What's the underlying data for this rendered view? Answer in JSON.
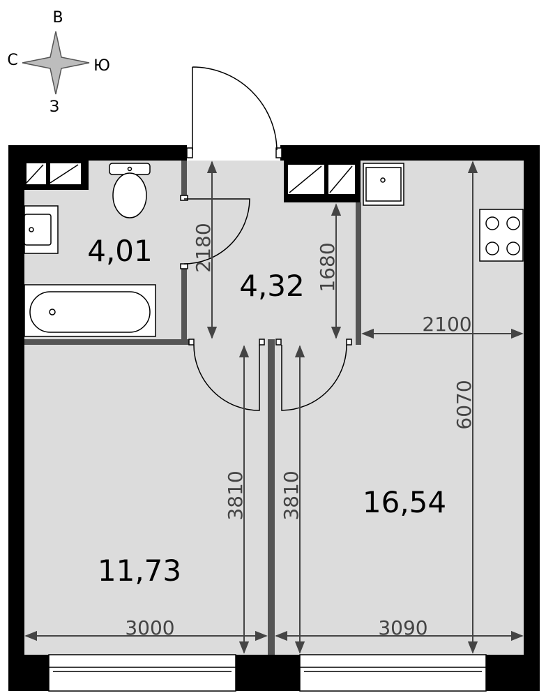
{
  "compass": {
    "north": "В",
    "west": "С",
    "east": "Ю",
    "south": "З"
  },
  "rooms": [
    {
      "id": "bathroom",
      "area": "4,01"
    },
    {
      "id": "hallway",
      "area": "4,32"
    },
    {
      "id": "bedroom",
      "area": "11,73"
    },
    {
      "id": "kitchen-living",
      "area": "16,54"
    }
  ],
  "dimensions": {
    "bath_depth": "2180",
    "hall_depth": "1680",
    "kitchen_split": "2100",
    "kitchen_length": "6070",
    "bedroom_length": "3810",
    "living_length": "3810",
    "bedroom_width": "3000",
    "living_width": "3090"
  },
  "colors": {
    "floor": "#dcdcdc",
    "wall": "#000000",
    "partition": "#555555",
    "dimension": "#444444"
  }
}
